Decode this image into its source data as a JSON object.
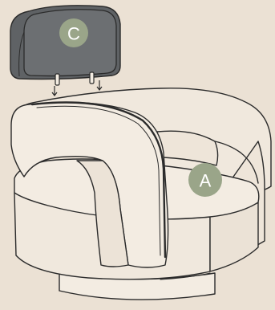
{
  "diagram": {
    "type": "assembly-illustration",
    "parts": [
      {
        "id": "headrest",
        "label": "C"
      },
      {
        "id": "chair-body",
        "label": "A"
      }
    ],
    "colors": {
      "background": "#ebe1d4",
      "upholstery": "#f0e8dd",
      "outline": "#2b2b2b",
      "headrest_fabric": "#6a6d70",
      "label_circle": "#9aa589",
      "label_text": "#ffffff"
    }
  }
}
